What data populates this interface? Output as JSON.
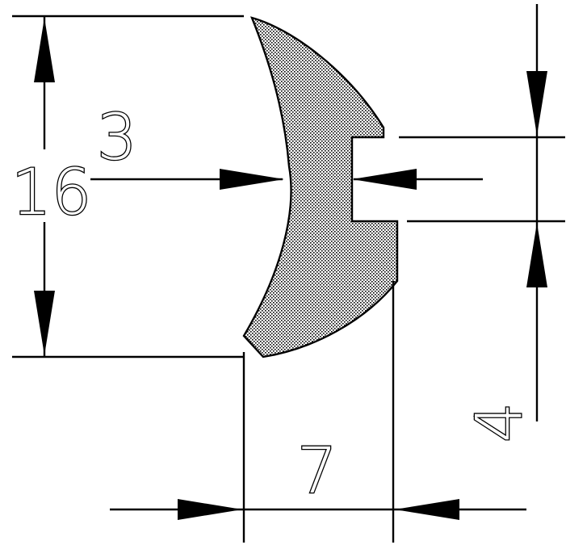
{
  "dimensions": {
    "height_total": "16",
    "width_total": "7",
    "web_thickness": "3",
    "slot_width": "4"
  },
  "colors": {
    "line": "#000000",
    "profile_fill": "#d8d8d8",
    "background": "#ffffff"
  }
}
